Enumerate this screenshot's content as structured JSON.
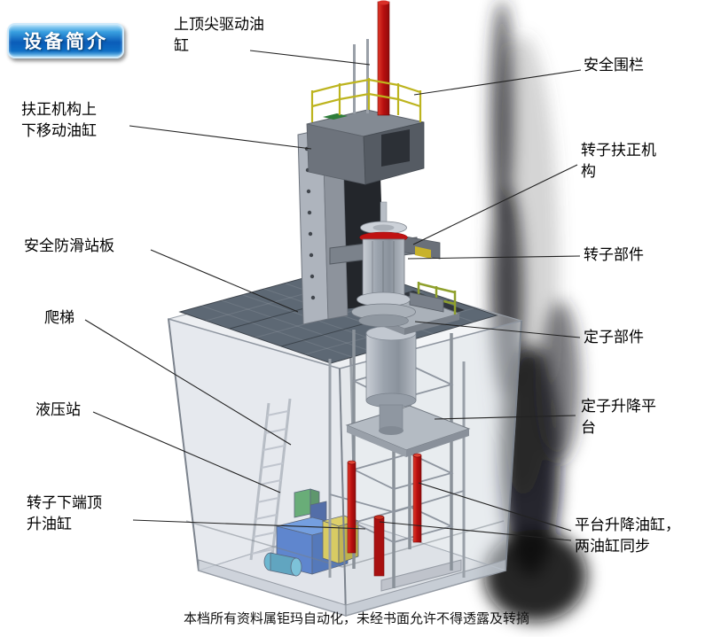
{
  "badge": {
    "label": "设备简介"
  },
  "annotations": [
    {
      "name": "top-center-drive-cylinder",
      "text": "上顶尖驱动油\n缸"
    },
    {
      "name": "safety-fence",
      "text": "安全围栏"
    },
    {
      "name": "centering-mechanism-updown-cylinder",
      "text": "扶正机构上\n下移动油缸"
    },
    {
      "name": "rotor-centering-mechanism",
      "text": "转子扶正机\n构"
    },
    {
      "name": "anti-slip-standing-platform",
      "text": "安全防滑站板"
    },
    {
      "name": "rotor-component",
      "text": "转子部件"
    },
    {
      "name": "ladder",
      "text": "爬梯"
    },
    {
      "name": "stator-component",
      "text": "定子部件"
    },
    {
      "name": "hydraulic-station",
      "text": "液压站"
    },
    {
      "name": "stator-lift-platform",
      "text": "定子升降平\n台"
    },
    {
      "name": "rotor-bottom-jack-cylinder",
      "text": "转子下端顶\n升油缸"
    },
    {
      "name": "platform-lift-cylinders",
      "text": "平台升降油缸，\n两油缸同步"
    }
  ],
  "footer": {
    "text": "本档所有资料属钜玛自动化，未经书面允许不得透露及转摘"
  },
  "colors": {
    "badge_blue": "#0a5cb8",
    "cylinder_red": "#c01212",
    "railing_yellow": "#bdb41e",
    "hydraulic_blue": "#2b62c4",
    "deck_gray": "#5d6874"
  }
}
